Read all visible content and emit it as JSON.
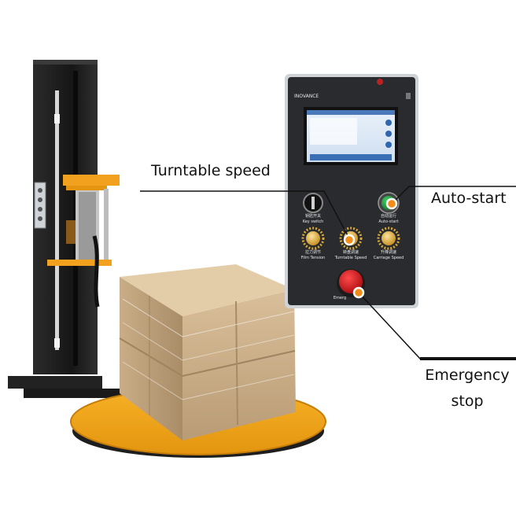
{
  "callouts": {
    "turntable_speed": "Turntable speed",
    "auto_start": "Auto-start",
    "emergency_stop": "Emergency stop"
  },
  "panel": {
    "brand": "INOVANCE",
    "key_switch": "Key switch",
    "key_switch_cn": "钥匙开关",
    "auto_start": "Auto-start",
    "auto_start_cn": "自动运行",
    "film_tension": "Film Tension",
    "film_tension_cn": "拉力调节",
    "turntable_speed": "Turntable Speed",
    "turntable_speed_cn": "转盘调速",
    "carriage_speed": "Carriage Speed",
    "carriage_speed_cn": "升降调速",
    "emergency": "Emerg"
  },
  "colors": {
    "turntable": "#f5a81c",
    "column": "#1c1c1c",
    "panel": "#2a2b2e",
    "emergency_button": "#d7141a",
    "auto_start_button": "#1f9e3a",
    "knob": "#e6b23a",
    "callout_dot": "#f28c18"
  }
}
